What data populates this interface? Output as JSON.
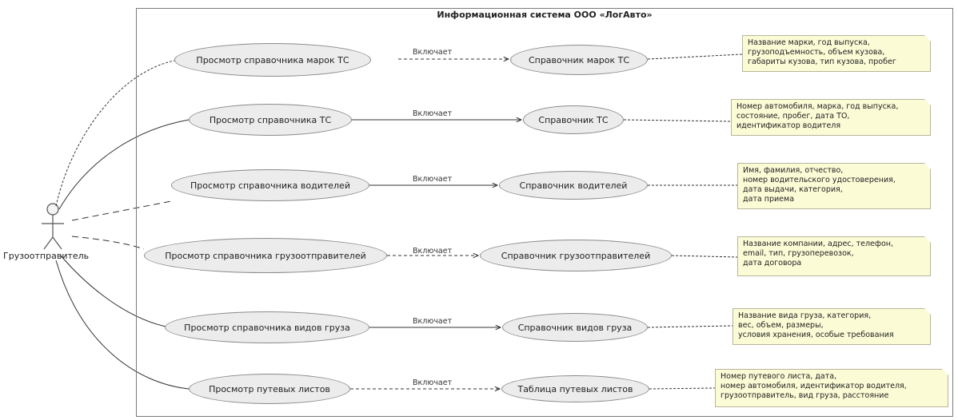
{
  "frame": {
    "title": "Информационная система ООО «ЛогАвто»"
  },
  "actor": {
    "label": "Грузоотправитель"
  },
  "rows": [
    {
      "usecase": "Просмотр справочника марок ТС",
      "relation": "Включает",
      "target": "Справочник марок ТС",
      "note": [
        "Название марки, год выпуска,",
        "грузоподъемность, объем кузова,",
        "габариты кузова, тип кузова, пробег"
      ]
    },
    {
      "usecase": "Просмотр справочника ТС",
      "relation": "Включает",
      "target": "Справочник ТС",
      "note": [
        "Номер автомобиля, марка, год выпуска,",
        "состояние, пробег, дата ТО,",
        "идентификатор водителя"
      ]
    },
    {
      "usecase": "Просмотр справочника водителей",
      "relation": "Включает",
      "target": "Справочник водителей",
      "note": [
        "Имя, фамилия, отчество,",
        "номер водительского удостоверения,",
        "дата выдачи, категория,",
        "дата приема"
      ]
    },
    {
      "usecase": "Просмотр справочника грузоотправителей",
      "relation": "Включает",
      "target": "Справочник грузоотправителей",
      "note": [
        "Название компании, адрес, телефон,",
        "email, тип, грузоперевозок,",
        "дата договора"
      ]
    },
    {
      "usecase": "Просмотр справочника видов груза",
      "relation": "Включает",
      "target": "Справочник видов груза",
      "note": [
        "Название вида груза, категория,",
        "вес, объем, размеры,",
        "условия хранения, особые требования"
      ]
    },
    {
      "usecase": "Просмотр путевых листов",
      "relation": "Включает",
      "target": "Таблица путевых листов",
      "note": [
        "Номер путевого листа, дата,",
        "номер автомобиля, идентификатор водителя,",
        "грузоотправитель, вид груза, расстояние"
      ]
    }
  ],
  "colors": {
    "usecase_fill": "#ececec",
    "usecase_border": "#8a8a8a",
    "note_fill": "#fbfbd6",
    "line": "#333333"
  }
}
